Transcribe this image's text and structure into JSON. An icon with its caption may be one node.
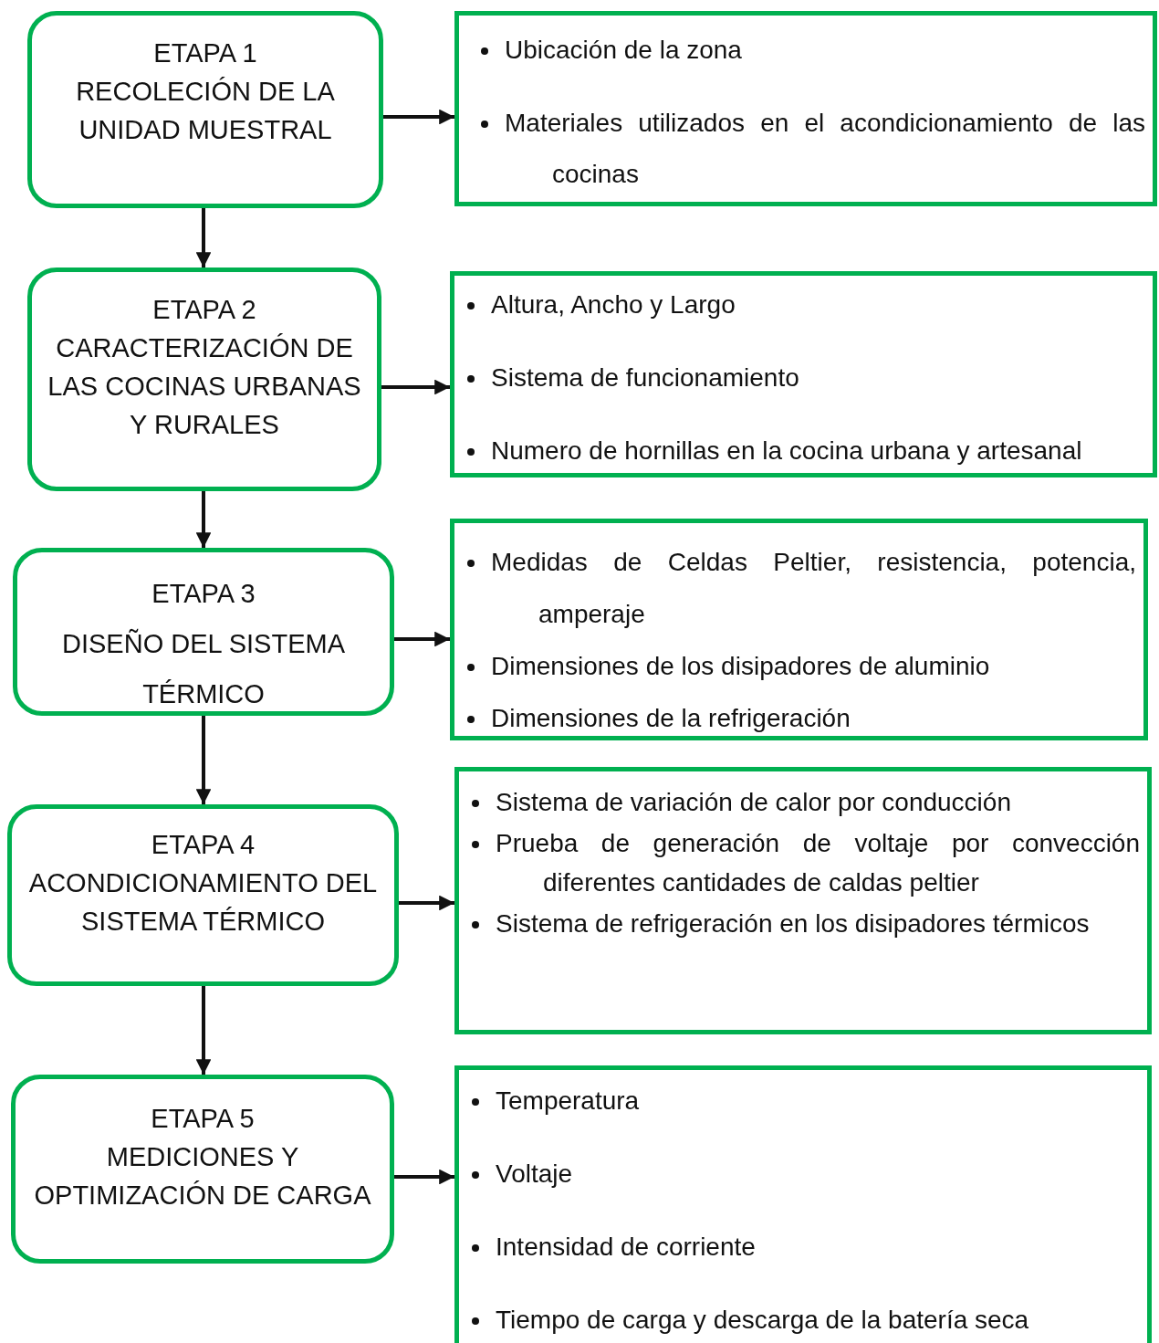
{
  "diagram": {
    "nodes": [
      {
        "text": [
          "ETAPA 1",
          "RECOLECIÓN DE LA UNIDAD MUESTRAL"
        ]
      },
      {
        "text": [
          "Ubicación de la zona",
          "Materiales utilizados en el acondicionamiento de las cocinas"
        ]
      },
      {
        "text": [
          "ETAPA 2",
          "CARACTERIZACIÓN DE LAS COCINAS URBANAS Y RURALES"
        ]
      },
      {
        "text": [
          "Altura, Ancho y Largo",
          "Sistema de funcionamiento",
          "Numero de hornillas en la cocina urbana y artesanal"
        ]
      },
      {
        "text": [
          "ETAPA 3",
          "DISEÑO DEL SISTEMA TÉRMICO"
        ]
      },
      {
        "text": [
          "Medidas de Celdas Peltier, resistencia, potencia, amperaje",
          "Dimensiones de los disipadores de aluminio",
          "Dimensiones de la refrigeración"
        ]
      },
      {
        "text": [
          "ETAPA 4",
          "ACONDICIONAMIENTO DEL SISTEMA TÉRMICO"
        ]
      },
      {
        "text": [
          "Sistema de variación de calor por conducción",
          "Prueba de generación de voltaje por convección diferentes cantidades de caldas peltier",
          "Sistema de refrigeración en los disipadores térmicos"
        ]
      },
      {
        "text": [
          "ETAPA 5",
          "MEDICIONES Y OPTIMIZACIÓN DE CARGA"
        ]
      },
      {
        "text": [
          "Temperatura",
          "Voltaje",
          "Intensidad de corriente",
          "Tiempo de carga y descarga de la batería seca"
        ]
      }
    ],
    "edges": [
      {
        "from": 0,
        "to": 1,
        "arrow": "to"
      },
      {
        "from": 0,
        "to": 2,
        "arrow": "to"
      },
      {
        "from": 2,
        "to": 3,
        "arrow": "to"
      },
      {
        "from": 2,
        "to": 4,
        "arrow": "to"
      },
      {
        "from": 4,
        "to": 5,
        "arrow": "to"
      },
      {
        "from": 4,
        "to": 6,
        "arrow": "to"
      },
      {
        "from": 6,
        "to": 7,
        "arrow": "to"
      },
      {
        "from": 6,
        "to": 8,
        "arrow": "to"
      },
      {
        "from": 8,
        "to": 9,
        "arrow": "to"
      }
    ]
  }
}
